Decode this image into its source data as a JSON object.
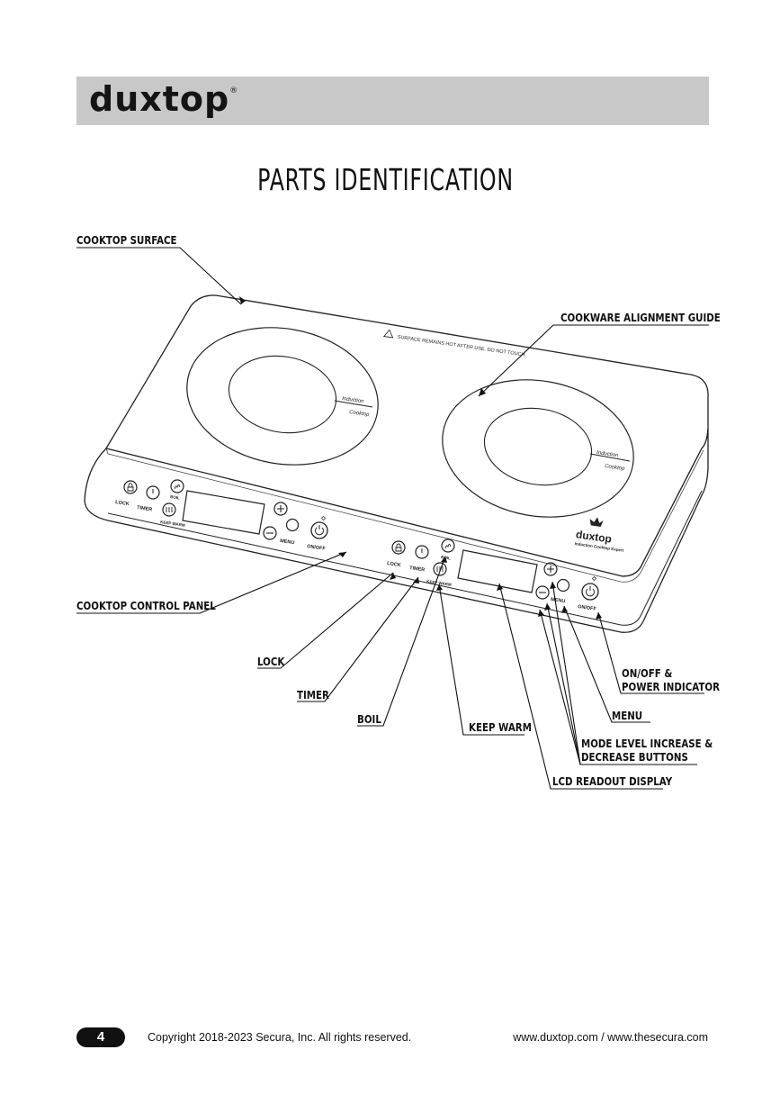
{
  "header": {
    "brand": "duxtop",
    "brand_mark": "®"
  },
  "page_title": "PARTS IDENTIFICATION",
  "device": {
    "warning": "SURFACE REMAINS HOT AFTER USE. DO NOT TOUCH.",
    "ring_label_top": "Induction",
    "ring_label_bottom": "Cooktop",
    "panel_labels": {
      "lock": "LOCK",
      "timer": "TIMER",
      "boil": "BOIL",
      "keep_warm": "KEEP WARM",
      "menu": "MENU",
      "onoff": "ON/OFF"
    },
    "badge_brand": "duxtop",
    "badge_tagline": "Induction Cooktop Expert"
  },
  "callouts": {
    "cooktop_surface": "COOKTOP SURFACE",
    "alignment_guide": "COOKWARE ALIGNMENT GUIDE",
    "control_panel": "COOKTOP CONTROL PANEL",
    "lock": "LOCK",
    "timer": "TIMER",
    "boil": "BOIL",
    "keep_warm": "KEEP WARM",
    "onoff_line1": "ON/OFF &",
    "onoff_line2": "POWER INDICATOR",
    "menu": "MENU",
    "mode_line1": "MODE LEVEL INCREASE &",
    "mode_line2": "DECREASE BUTTONS",
    "lcd": "LCD READOUT DISPLAY"
  },
  "footer": {
    "page_number": "4",
    "copyright": "Copyright 2018-2023 Secura, Inc. All rights reserved.",
    "urls": "www.duxtop.com / www.thesecura.com"
  }
}
